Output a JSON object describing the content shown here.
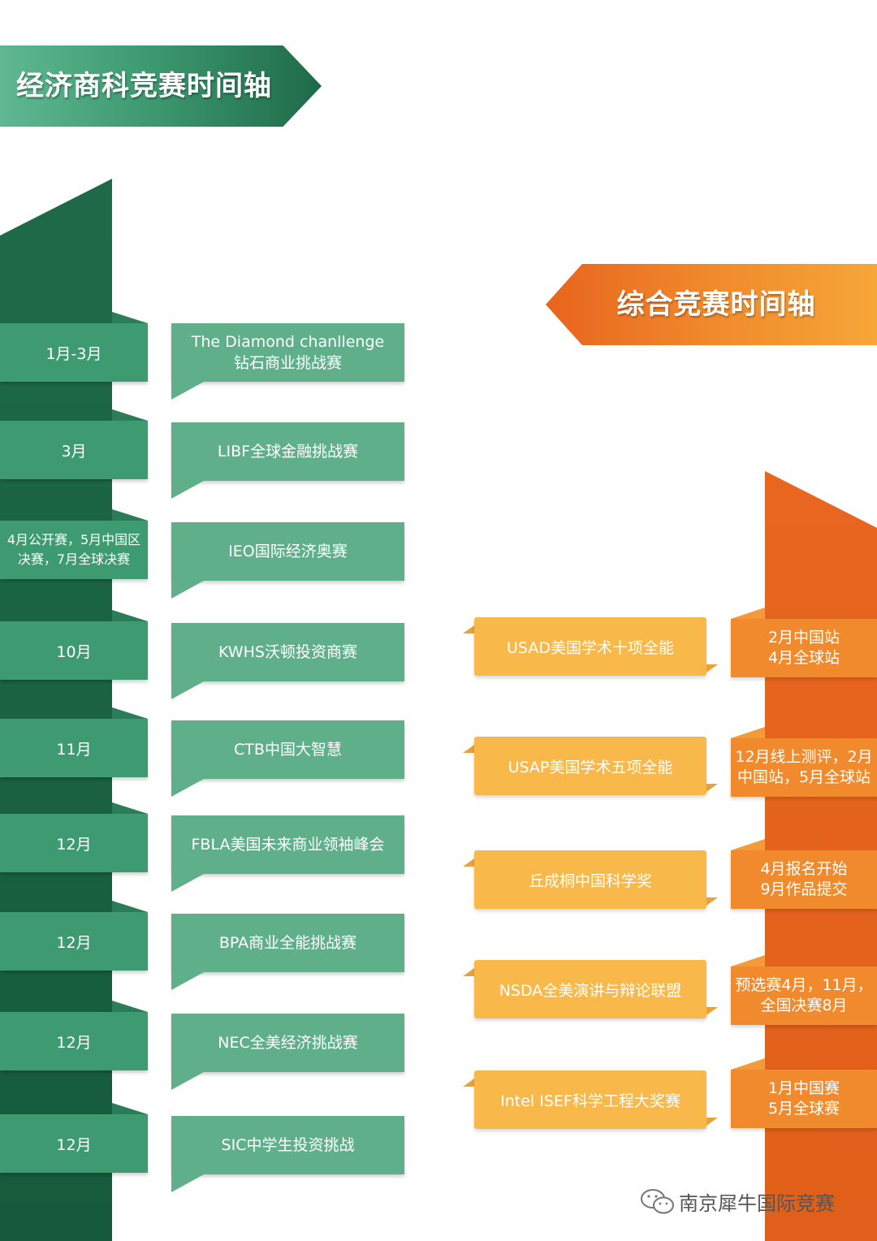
{
  "left_section": {
    "title": "经济商科竞赛时间轴",
    "items": [
      {
        "date": "1月-3月",
        "name_line1": "The Diamond chanllenge",
        "name_line2": "钻石商业挑战赛"
      },
      {
        "date": "3月",
        "name_line1": "LIBF全球金融挑战赛",
        "name_line2": ""
      },
      {
        "date_line1": "4月公开赛，5月中国区",
        "date_line2": "决赛，7月全球决赛",
        "name_line1": "IEO国际经济奥赛",
        "name_line2": ""
      },
      {
        "date": "10月",
        "name_line1": "KWHS沃顿投资商赛",
        "name_line2": ""
      },
      {
        "date": "11月",
        "name_line1": "CTB中国大智慧",
        "name_line2": ""
      },
      {
        "date": "12月",
        "name_line1": "FBLA美国未来商业领袖峰会",
        "name_line2": ""
      },
      {
        "date": "12月",
        "name_line1": "BPA商业全能挑战赛",
        "name_line2": ""
      },
      {
        "date": "12月",
        "name_line1": "NEC全美经济挑战赛",
        "name_line2": ""
      },
      {
        "date": "12月",
        "name_line1": "SIC中学生投资挑战",
        "name_line2": ""
      }
    ]
  },
  "right_section": {
    "title": "综合竞赛时间轴",
    "items": [
      {
        "name": "USAD美国学术十项全能",
        "date_line1": "2月中国站",
        "date_line2": "4月全球站"
      },
      {
        "name": "USAP美国学术五项全能",
        "date_line1": "12月线上测评，2月",
        "date_line2": "中国站，5月全球站"
      },
      {
        "name": "丘成桐中国科学奖",
        "date_line1": "4月报名开始",
        "date_line2": "9月作品提交"
      },
      {
        "name": "NSDA全美演讲与辩论联盟",
        "date_line1": "预选赛4月，11月，",
        "date_line2": "全国决赛8月"
      },
      {
        "name": "Intel ISEF科学工程大奖赛",
        "date_line1": "1月中国赛",
        "date_line2": "5月全球赛"
      }
    ]
  },
  "watermark": {
    "text": "南京犀牛国际竞赛",
    "icon": "wechat-icon"
  },
  "colors": {
    "green_dark": "#1e6a48",
    "green_mid": "#3e9a71",
    "green_light": "#5fb08a",
    "orange_dark": "#e8661f",
    "orange_mid": "#f08a2c",
    "yellow": "#f8b84a"
  }
}
